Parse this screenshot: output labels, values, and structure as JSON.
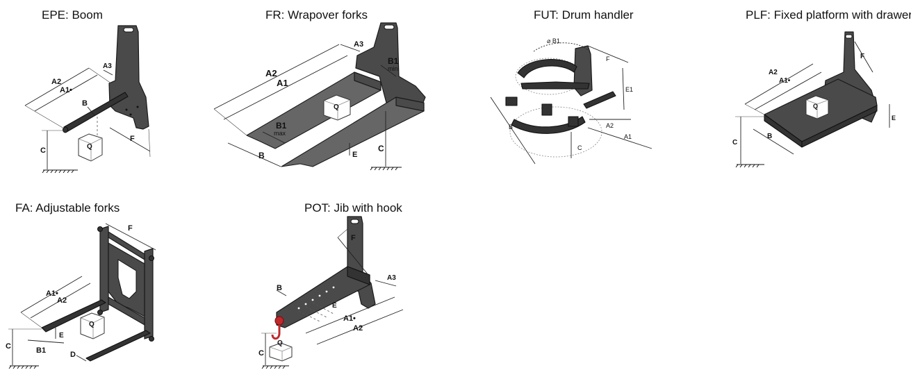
{
  "figures": {
    "epe": {
      "title": "EPE: Boom",
      "labels": {
        "a2": "A2",
        "a1": "A1•",
        "a3": "A3",
        "b": "B",
        "c": "C",
        "f": "F",
        "q": "Q"
      }
    },
    "fr": {
      "title": "FR: Wrapover forks",
      "labels": {
        "a2": "A2",
        "a1": "A1",
        "a3": "A3",
        "b1_mini": "B1",
        "mini": "mini",
        "b1_max": "B1",
        "max": "max",
        "b": "B",
        "c": "C",
        "e": "E",
        "q": "Q"
      }
    },
    "fut": {
      "title": "FUT: Drum handler",
      "labels": {
        "b1": "⌀ B1",
        "f": "F",
        "e1": "E1",
        "a2": "A2",
        "a1": "A1",
        "b": "B",
        "c": "C"
      }
    },
    "plf": {
      "title": "PLF: Fixed platform with drawer",
      "labels": {
        "f": "F",
        "a2": "A2",
        "a1": "A1•",
        "c": "C",
        "b": "B",
        "e": "E",
        "q": "Q"
      }
    },
    "fa": {
      "title": "FA: Adjustable forks",
      "labels": {
        "f": "F",
        "a1": "A1•",
        "a2": "A2",
        "c": "C",
        "e": "E",
        "b1": "B1",
        "d": "D",
        "q": "Q"
      }
    },
    "pot": {
      "title": "POT: Jib with hook",
      "labels": {
        "f": "F",
        "a3": "A3",
        "b": "B",
        "e": "E",
        "a1": "A1•",
        "a2": "A2",
        "c": "C",
        "q": "Q"
      }
    }
  },
  "colors": {
    "steel": "#4a4a4a",
    "hook": "#c0282c"
  }
}
